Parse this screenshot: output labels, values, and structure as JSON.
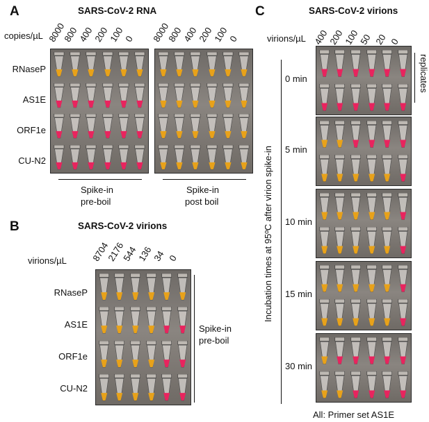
{
  "panelA": {
    "letter": "A",
    "title": "SARS-CoV-2 RNA",
    "axis_label": "copies/µL",
    "concentrations": [
      "8000",
      "800",
      "400",
      "200",
      "100",
      "0"
    ],
    "rows": [
      "RNaseP",
      "AS1E",
      "ORF1e",
      "CU-N2"
    ],
    "group1_label_line1": "Spike-in",
    "group1_label_line2": "pre-boil",
    "group2_label_line1": "Spike-in",
    "group2_label_line2": "post boil",
    "colors_pre": [
      [
        "Y",
        "Y",
        "Y",
        "Y",
        "Y",
        "Y"
      ],
      [
        "P",
        "P",
        "P",
        "P",
        "P",
        "P"
      ],
      [
        "P",
        "P",
        "P",
        "P",
        "P",
        "P"
      ],
      [
        "P",
        "P",
        "P",
        "P",
        "P",
        "P"
      ]
    ],
    "colors_post": [
      [
        "Y",
        "Y",
        "Y",
        "Y",
        "Y",
        "Y"
      ],
      [
        "Y",
        "Y",
        "Y",
        "Y",
        "Y",
        "Y"
      ],
      [
        "Y",
        "Y",
        "Y",
        "Y",
        "Y",
        "Y"
      ],
      [
        "Y",
        "Y",
        "Y",
        "Y",
        "Y",
        "Y"
      ]
    ]
  },
  "panelB": {
    "letter": "B",
    "title": "SARS-CoV-2 virions",
    "axis_label": "virions/µL",
    "concentrations": [
      "8704",
      "2176",
      "544",
      "136",
      "34",
      "0"
    ],
    "rows": [
      "RNaseP",
      "AS1E",
      "ORF1e",
      "CU-N2"
    ],
    "side_label_line1": "Spike-in",
    "side_label_line2": "pre-boil",
    "colors": [
      [
        "Y",
        "Y",
        "Y",
        "Y",
        "Y",
        "Y"
      ],
      [
        "Y",
        "Y",
        "Y",
        "Y",
        "P",
        "P"
      ],
      [
        "Y",
        "Y",
        "Y",
        "Y",
        "P",
        "P"
      ],
      [
        "Y",
        "Y",
        "Y",
        "Y",
        "P",
        "P"
      ]
    ]
  },
  "panelC": {
    "letter": "C",
    "title": "SARS-CoV-2 virions",
    "axis_label": "virions/µL",
    "concentrations": [
      "400",
      "200",
      "100",
      "50",
      "20",
      "0"
    ],
    "replicates_label": "replicates",
    "vertical_label": "Incubation times at 95ºC after virion spike-in",
    "times": [
      "0 min",
      "5 min",
      "10 min",
      "15 min",
      "30 min"
    ],
    "colors": [
      [
        [
          "P",
          "P",
          "P",
          "P",
          "P",
          "P"
        ],
        [
          "P",
          "P",
          "P",
          "P",
          "P",
          "P"
        ]
      ],
      [
        [
          "Y",
          "Y",
          "P",
          "P",
          "P",
          "P"
        ],
        [
          "Y",
          "Y",
          "Y",
          "Y",
          "Y",
          "P"
        ]
      ],
      [
        [
          "Y",
          "Y",
          "Y",
          "Y",
          "Y",
          "P"
        ],
        [
          "Y",
          "Y",
          "Y",
          "Y",
          "Y",
          "P"
        ]
      ],
      [
        [
          "Y",
          "Y",
          "Y",
          "Y",
          "Y",
          "P"
        ],
        [
          "Y",
          "Y",
          "Y",
          "Y",
          "Y",
          "P"
        ]
      ],
      [
        [
          "Y",
          "P",
          "P",
          "P",
          "P",
          "P"
        ],
        [
          "Y",
          "Y",
          "P",
          "P",
          "P",
          "P"
        ]
      ]
    ],
    "footer": "All: Primer set AS1E"
  },
  "colors": {
    "yellow": "#e8a21a",
    "pink": "#e8245e",
    "photo_bg": "#7b7672"
  }
}
